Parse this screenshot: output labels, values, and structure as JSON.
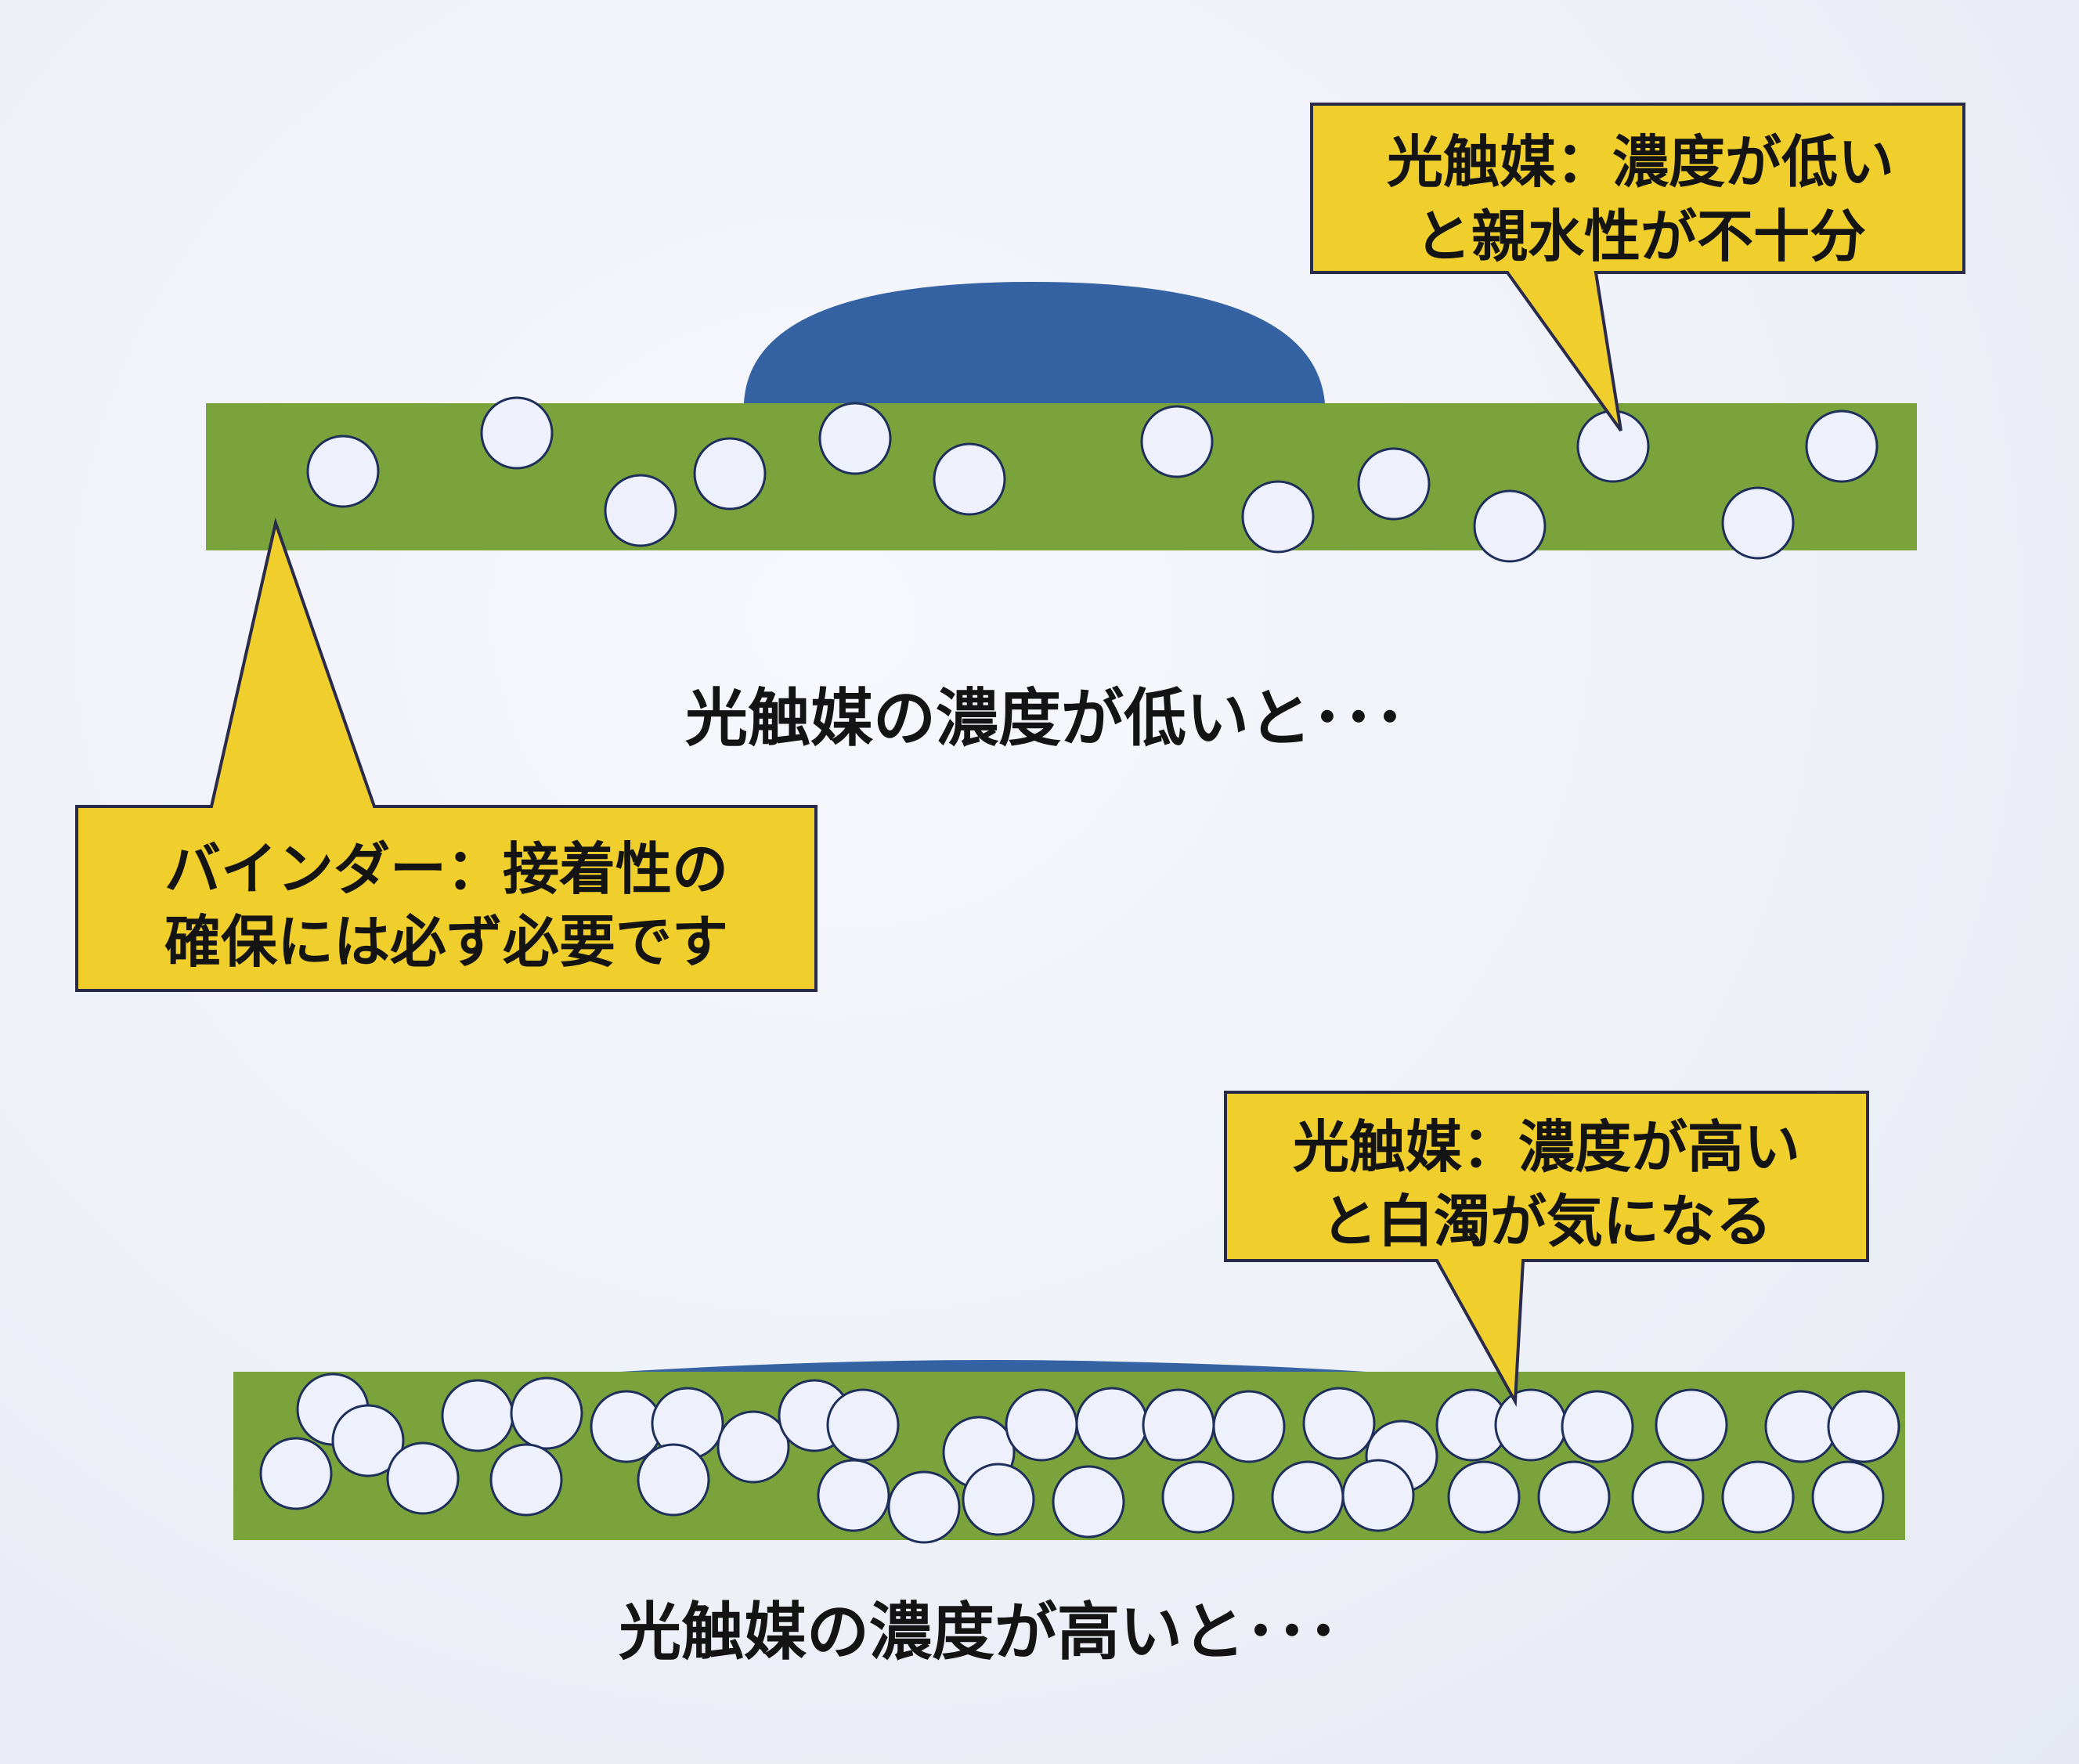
{
  "colors": {
    "background": "#eef0f8",
    "binder_layer": "#7aa33c",
    "photocatalyst_particle": "#eef1fb",
    "particle_outline": "#1f2f5c",
    "water_droplet": "#3562a2",
    "callout_fill": "#f0cf2c",
    "callout_outline": "#2a2a4a",
    "text": "#141414"
  },
  "low_concentration": {
    "caption": "光触媒の濃度が低いと･･･",
    "photocatalyst_callout": {
      "line1": "光触媒：濃度が低い",
      "line2": "と親水性が不十分"
    },
    "binder_callout": {
      "line1": "バインダー：接着性の",
      "line2": "確保には必ず必要です"
    }
  },
  "high_concentration": {
    "caption": "光触媒の濃度が高いと･･･",
    "photocatalyst_callout": {
      "line1": "光触媒：濃度が高い",
      "line2": "と白濁が気になる"
    }
  }
}
